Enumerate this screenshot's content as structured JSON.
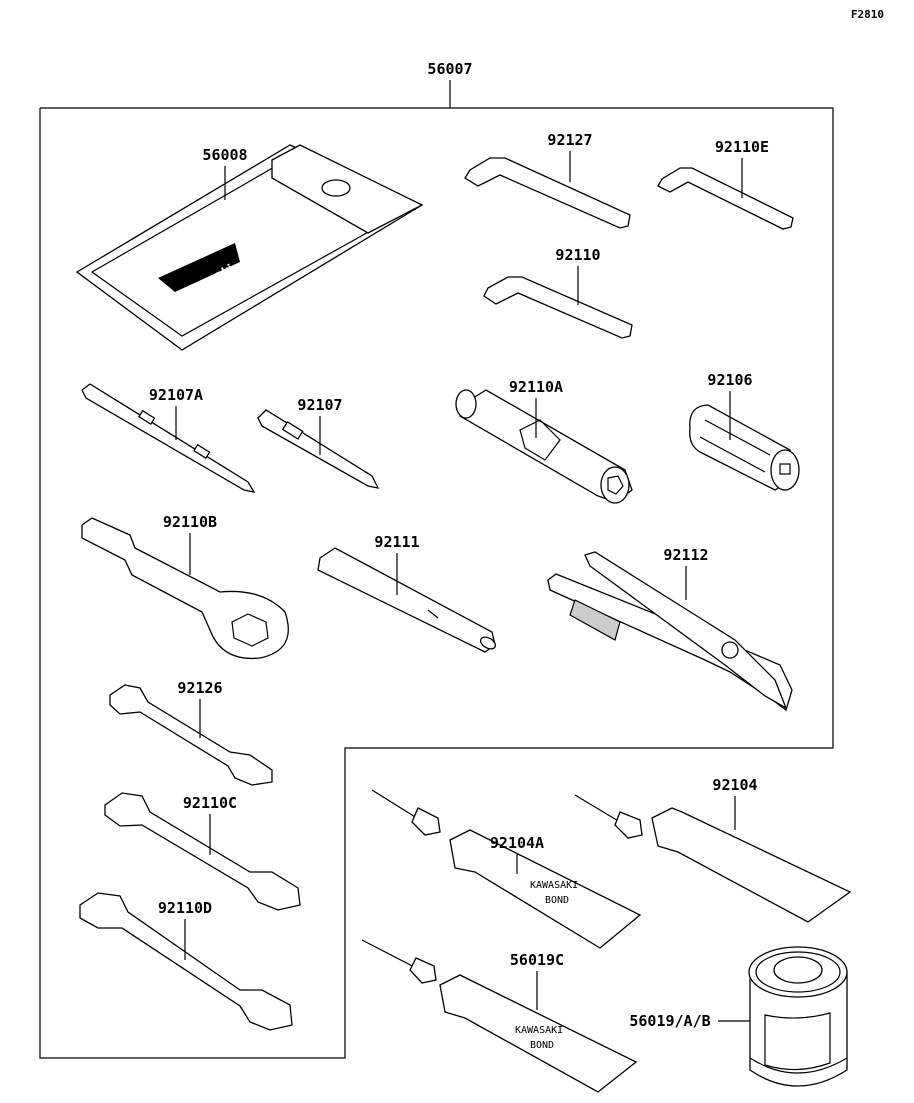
{
  "diagram_ref": "F2810",
  "kit_part": "56007",
  "parts": {
    "pouch": "56008",
    "hex_92127": "92127",
    "hex_92110E": "92110E",
    "hex_92110": "92110",
    "driver_92107A": "92107A",
    "driver_92107": "92107",
    "plug_wrench": "92110A",
    "handle_92106": "92106",
    "box_wrench": "92110B",
    "extension": "92111",
    "pliers": "92112",
    "wrench_92126": "92126",
    "wrench_92110C": "92110C",
    "wrench_92110D": "92110D",
    "bond_92104A": "92104A",
    "bond_92104": "92104",
    "bond_56019C": "56019C",
    "filter": "56019/A/B"
  },
  "tube_text": {
    "brand": "KAWASAKI",
    "product": "BOND"
  },
  "pouch_logo": "Kawasaki"
}
